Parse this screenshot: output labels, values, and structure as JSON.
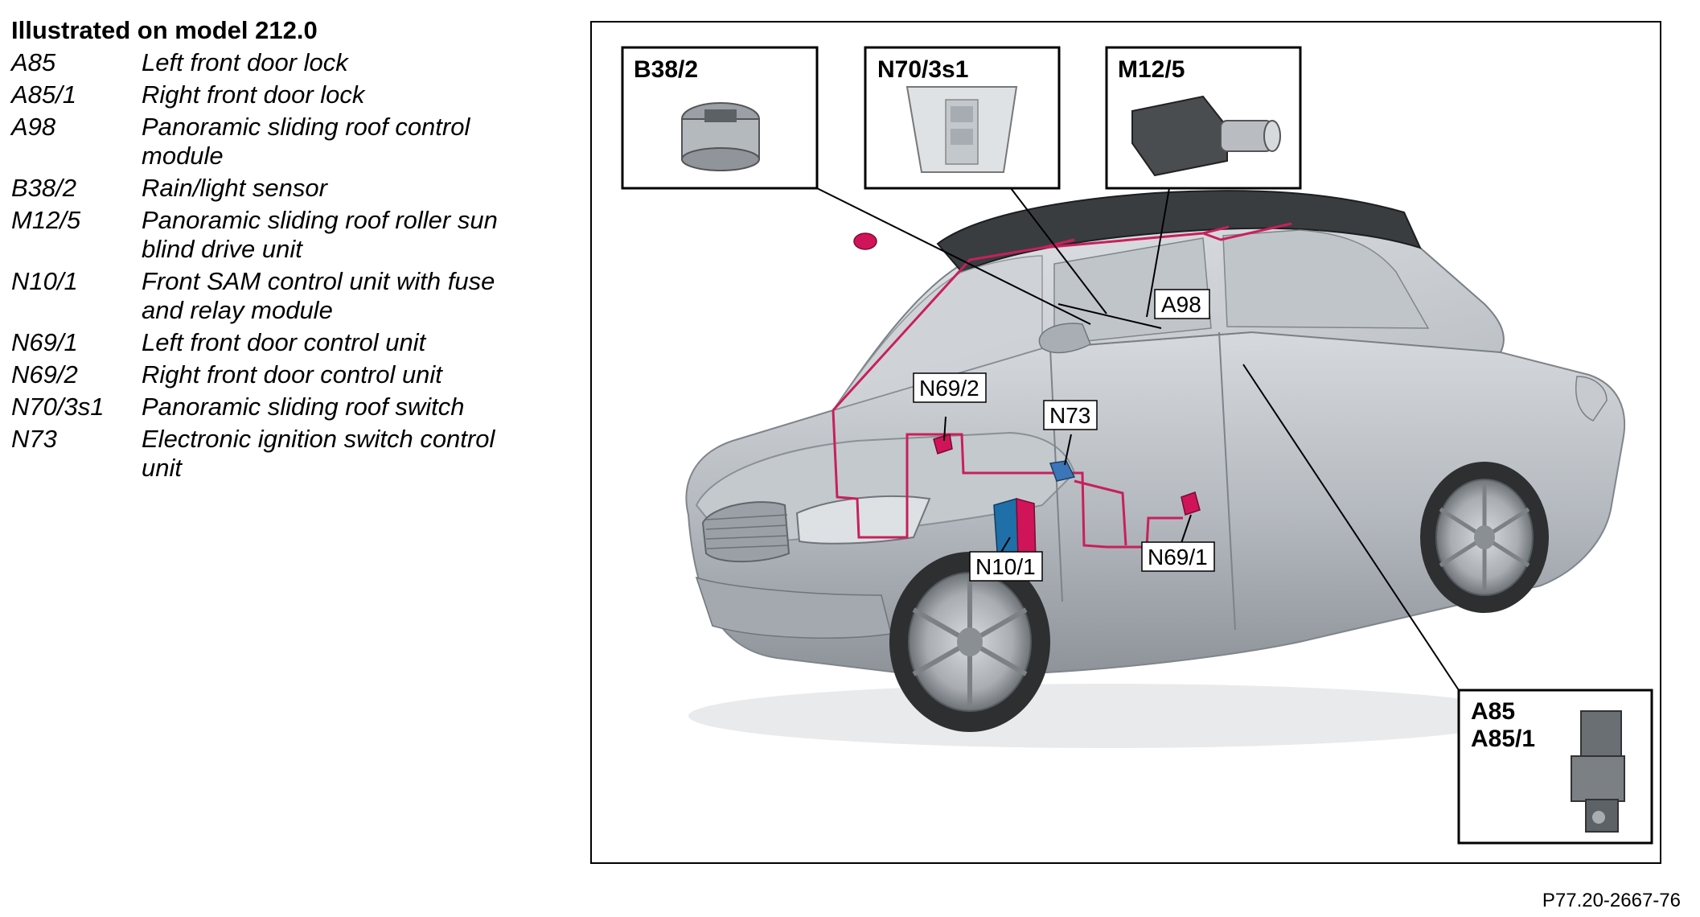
{
  "legend": {
    "title": "Illustrated on model 212.0",
    "items": [
      {
        "code": "A85",
        "desc": "Left front door lock"
      },
      {
        "code": "A85/1",
        "desc": "Right front door lock"
      },
      {
        "code": "A98",
        "desc": "Panoramic sliding roof control module"
      },
      {
        "code": "B38/2",
        "desc": "Rain/light sensor"
      },
      {
        "code": "M12/5",
        "desc": "Panoramic sliding roof roller sun blind drive unit"
      },
      {
        "code": "N10/1",
        "desc": "Front SAM control unit with fuse and relay module"
      },
      {
        "code": "N69/1",
        "desc": "Left front door control unit"
      },
      {
        "code": "N69/2",
        "desc": "Right front door control unit"
      },
      {
        "code": "N70/3s1",
        "desc": "Panoramic sliding roof switch"
      },
      {
        "code": "N73",
        "desc": "Electronic ignition switch control unit"
      }
    ]
  },
  "diagram": {
    "insets": {
      "b38_2": "B38/2",
      "n70_3s1": "N70/3s1",
      "m12_5": "M12/5",
      "a85": "A85",
      "a85_1": "A85/1"
    },
    "callouts": {
      "a98": "A98",
      "n69_2": "N69/2",
      "n73": "N73",
      "n10_1": "N10/1",
      "n69_1": "N69/1"
    },
    "colors": {
      "wiring": "#c8205a",
      "module": "#d0145a",
      "sam_blue": "#1f6fa8",
      "car_body": "#b9bec4",
      "roof": "#3a3d40"
    }
  },
  "figure_ref": "P77.20-2667-76"
}
